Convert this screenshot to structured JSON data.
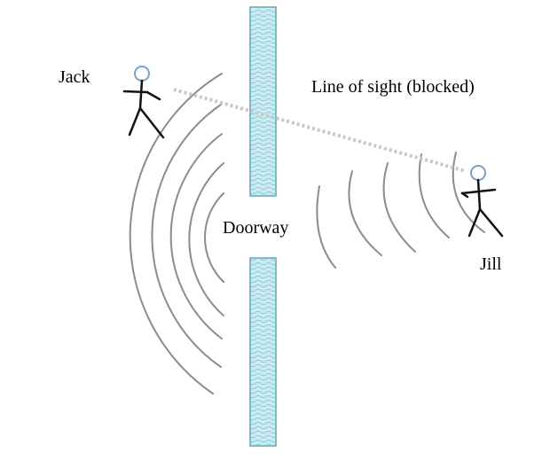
{
  "labels": {
    "jack": "Jack",
    "jill": "Jill",
    "line_of_sight": "Line of sight (blocked)",
    "doorway": "Doorway"
  },
  "colors": {
    "wall_fill": "#c9ebf1",
    "wall_stroke": "#5aa9bb",
    "wall_texture": "#7cc0cc",
    "wave": "#8c8c8c",
    "sight_line": "#c8c8c8",
    "head_stroke": "#7aa0c8",
    "figure": "#111111"
  },
  "icons": {
    "jack": "stick-figure-icon",
    "jill": "stick-figure-icon"
  }
}
